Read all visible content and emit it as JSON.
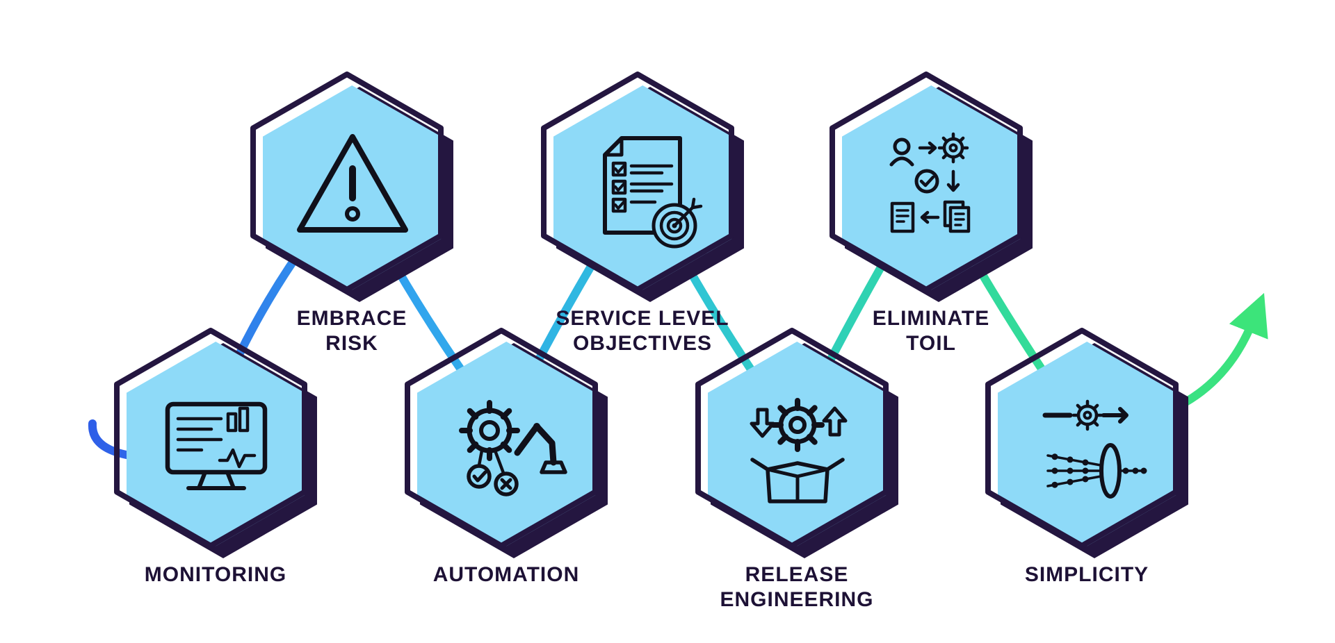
{
  "palette": {
    "background": "#ffffff",
    "hexagon_fill": "#8EDAF8",
    "outline_dark": "#241640",
    "label_color": "#1d1135",
    "icon_stroke": "#10101a",
    "flow_gradient": [
      "#2f5de8",
      "#31a4ee",
      "#2fc3d9",
      "#2fd8a4",
      "#3ce47a"
    ]
  },
  "nodes": [
    {
      "label": "MONITORING",
      "icon": "monitor-analytics-icon",
      "row": "bottom"
    },
    {
      "label": "EMBRACE\nRISK",
      "icon": "warning-triangle-icon",
      "row": "top"
    },
    {
      "label": "AUTOMATION",
      "icon": "gear-robot-arm-icon",
      "row": "bottom"
    },
    {
      "label": "SERVICE LEVEL\nOBJECTIVES",
      "icon": "checklist-target-icon",
      "row": "top"
    },
    {
      "label": "RELEASE\nENGINEERING",
      "icon": "package-gear-arrows-icon",
      "row": "bottom"
    },
    {
      "label": "ELIMINATE\nTOIL",
      "icon": "workflow-automation-icon",
      "row": "top"
    },
    {
      "label": "SIMPLICITY",
      "icon": "streamline-filter-icon",
      "row": "bottom"
    }
  ],
  "flow": {
    "description": "zigzag path through hexagons, blue to green, ending in rising arrow",
    "end_marker": "up-right-growth-arrow"
  }
}
